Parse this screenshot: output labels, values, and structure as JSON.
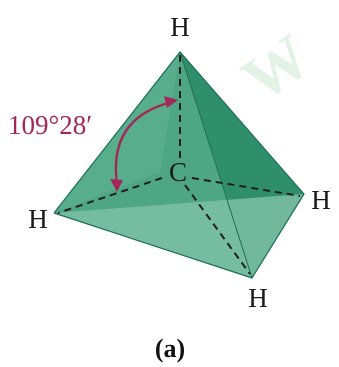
{
  "diagram": {
    "watermark_text": "W",
    "atoms": {
      "top": "H",
      "center": "C",
      "left": "H",
      "right": "H",
      "bottom": "H"
    },
    "bond_angle": "109°28′",
    "caption": "(a)",
    "colors": {
      "face_dark": "#2f8f6c",
      "face_mid": "#4ea686",
      "face_light": "#7dc0a4",
      "edge": "#1c6e52",
      "bond": "#1f1f1f",
      "angle_arrow": "#a3285a"
    }
  }
}
